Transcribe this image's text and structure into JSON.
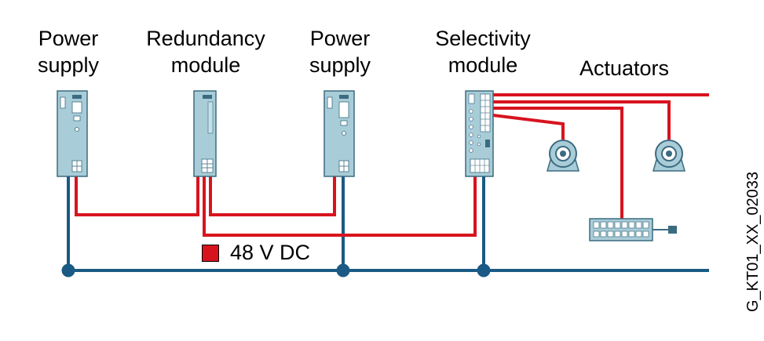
{
  "labels": {
    "power_supply_1": [
      "Power",
      "supply"
    ],
    "redundancy_module": [
      "Redundancy",
      "module"
    ],
    "power_supply_2": [
      "Power",
      "supply"
    ],
    "selectivity_module": [
      "Selectivity",
      "module"
    ],
    "actuators": "Actuators"
  },
  "legend": {
    "label": "48 V DC",
    "color": "#d7141e"
  },
  "document_id": "G_KT01_XX_02033",
  "colors": {
    "power_wire": "#d7141e",
    "ground_wire": "#1a5a84",
    "device_fill": "#a9cdd8",
    "device_stroke": "#3c6b80"
  }
}
